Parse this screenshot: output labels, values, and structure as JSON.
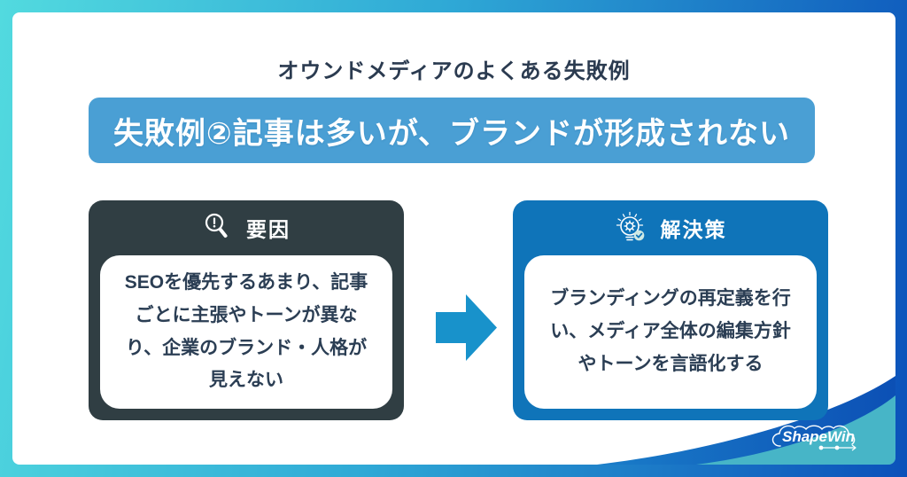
{
  "page": {
    "title": "オウンドメディアのよくある失敗例"
  },
  "banner": {
    "text": "失敗例②記事は多いが、ブランドが形成されない",
    "bg_color": "#4a9fd4"
  },
  "cause": {
    "label": "要因",
    "icon": "magnifier-alert-icon",
    "body": "SEOを優先するあまり、記事ごとに主張やトーンが異なり、企業のブランド・人格が見えない",
    "bg_color": "#303e43"
  },
  "solution": {
    "label": "解決策",
    "icon": "bulb-gear-check-icon",
    "body": "ブランディングの再定義を行い、メディア全体の編集方針やトーンを言語化する",
    "bg_color": "#0f74b9"
  },
  "arrow": {
    "direction": "right",
    "color": "#1892cb"
  },
  "logo": {
    "text": "ShapeWin"
  },
  "colors": {
    "frame_gradient_start": "#52dadf",
    "frame_gradient_end": "#0b51ba",
    "title_text": "#2b3b50",
    "body_text": "#2b3e54",
    "swoosh_blue": "#1464bd",
    "swoosh_teal": "#47b5c7"
  }
}
